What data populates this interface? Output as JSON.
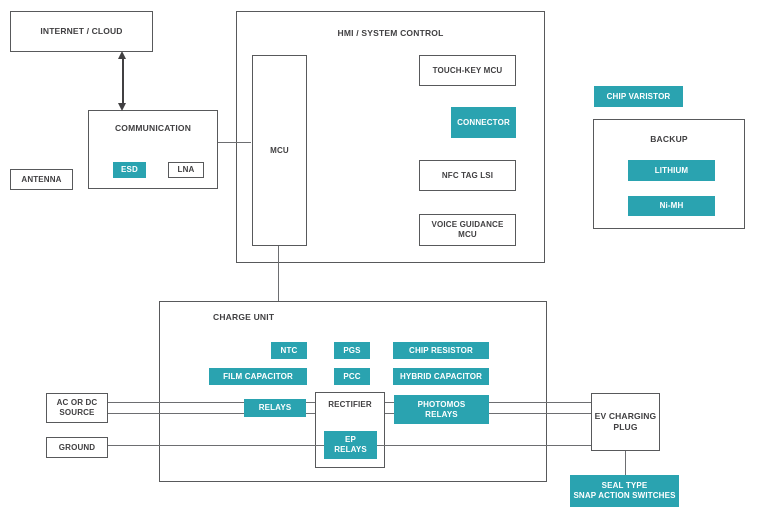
{
  "colors": {
    "teal": "#2aa3b0",
    "box_border": "#58595b",
    "text": "#414042",
    "line": "#6d6e71",
    "chip_text": "#ffffff"
  },
  "nodes": {
    "internet_cloud": "INTERNET / CLOUD",
    "antenna": "ANTENNA",
    "communication": {
      "title": "COMMUNICATION",
      "esd": "ESD",
      "lna": "LNA"
    },
    "hmi": {
      "title": "HMI / SYSTEM CONTROL",
      "mcu": "MCU",
      "touch_key_mcu": "TOUCH-KEY MCU",
      "connector": "CONNECTOR",
      "nfc_tag_lsi": "NFC TAG LSI",
      "voice_guidance_mcu": "VOICE GUIDANCE\nMCU"
    },
    "chip_varistor": "CHIP VARISTOR",
    "backup": {
      "title": "BACKUP",
      "lithium": "LITHIUM",
      "nimh": "Ni-MH"
    },
    "charge_unit": {
      "title": "CHARGE UNIT",
      "ntc": "NTC",
      "pgs": "PGS",
      "chip_resistor": "CHIP RESISTOR",
      "film_capacitor": "FILM CAPACITOR",
      "pcc": "PCC",
      "hybrid_capacitor": "HYBRID CAPACITOR",
      "relays": "RELAYS",
      "rectifier": "RECTIFIER",
      "ep_relays": "EP\nRELAYS",
      "photomos_relays": "PHOTOMOS\nRELAYS"
    },
    "ac_or_dc_source": "AC OR DC\nSOURCE",
    "ground": "GROUND",
    "ev_charging_plug": "EV CHARGING\nPLUG",
    "seal_type_snap_action_switches": "SEAL TYPE\nSNAP ACTION SWITCHES"
  }
}
